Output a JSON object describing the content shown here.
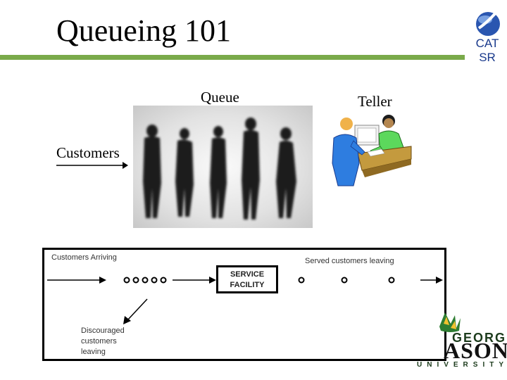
{
  "slide": {
    "title": "Queueing 101",
    "logo_text": "CAT\nSR",
    "labels": {
      "queue": "Queue",
      "teller": "Teller",
      "customers": "Customers"
    }
  },
  "diagram": {
    "customers_arriving": "Customers Arriving",
    "service_facility_line1": "SERVICE",
    "service_facility_line2": "FACILITY",
    "served_leaving": "Served customers leaving",
    "discouraged_leaving": "Discouraged customers leaving"
  },
  "university_logo": {
    "george": "GEORGE",
    "mason": "ASON",
    "university": "UNIVERSITY"
  },
  "colors": {
    "accent_green": "#7aaa4a",
    "logo_blue": "#1a3a8c"
  }
}
